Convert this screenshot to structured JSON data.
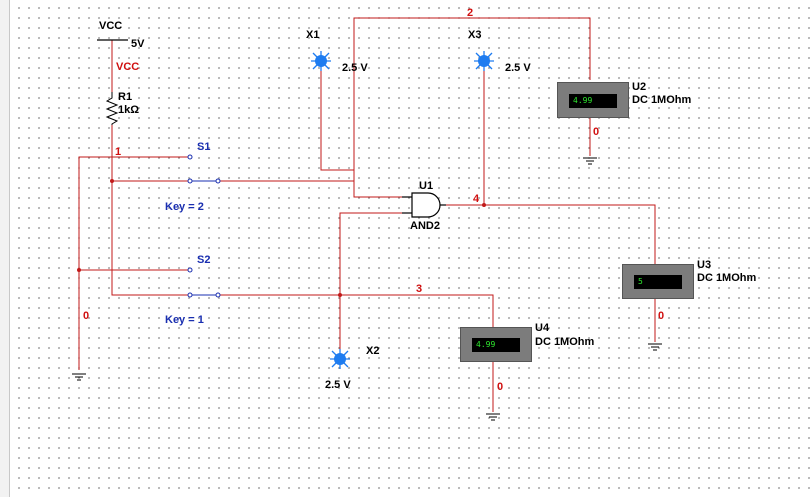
{
  "vcc": {
    "label": "VCC",
    "value": "5V",
    "net": "VCC"
  },
  "r1": {
    "name": "R1",
    "value": "1kΩ"
  },
  "s1": {
    "name": "S1",
    "key": "Key = 2"
  },
  "s2": {
    "name": "S2",
    "key": "Key = 1"
  },
  "u1": {
    "name": "U1",
    "type": "AND2"
  },
  "x1": {
    "name": "X1",
    "voltage": "2.5 V"
  },
  "x2": {
    "name": "X2",
    "voltage": "2.5 V"
  },
  "x3": {
    "name": "X3",
    "voltage": "2.5 V"
  },
  "u2": {
    "name": "U2",
    "reading": "4.99",
    "mode": "DC  1MOhm",
    "net": "0"
  },
  "u3": {
    "name": "U3",
    "reading": "5",
    "mode": "DC  1MOhm",
    "net": "0"
  },
  "u4": {
    "name": "U4",
    "reading": "4.99",
    "mode": "DC  1MOhm",
    "net": "0"
  },
  "nets": {
    "n0": "0",
    "n1": "1",
    "n2": "2",
    "n3": "3",
    "n4": "4"
  },
  "colors": {
    "wire": "#c21a1a",
    "lamp": "#1e7cf0",
    "net_label": "#d01010",
    "key_label": "#1a2fb0",
    "meter_screen": "#000000",
    "meter_text": "#2ee82e"
  }
}
